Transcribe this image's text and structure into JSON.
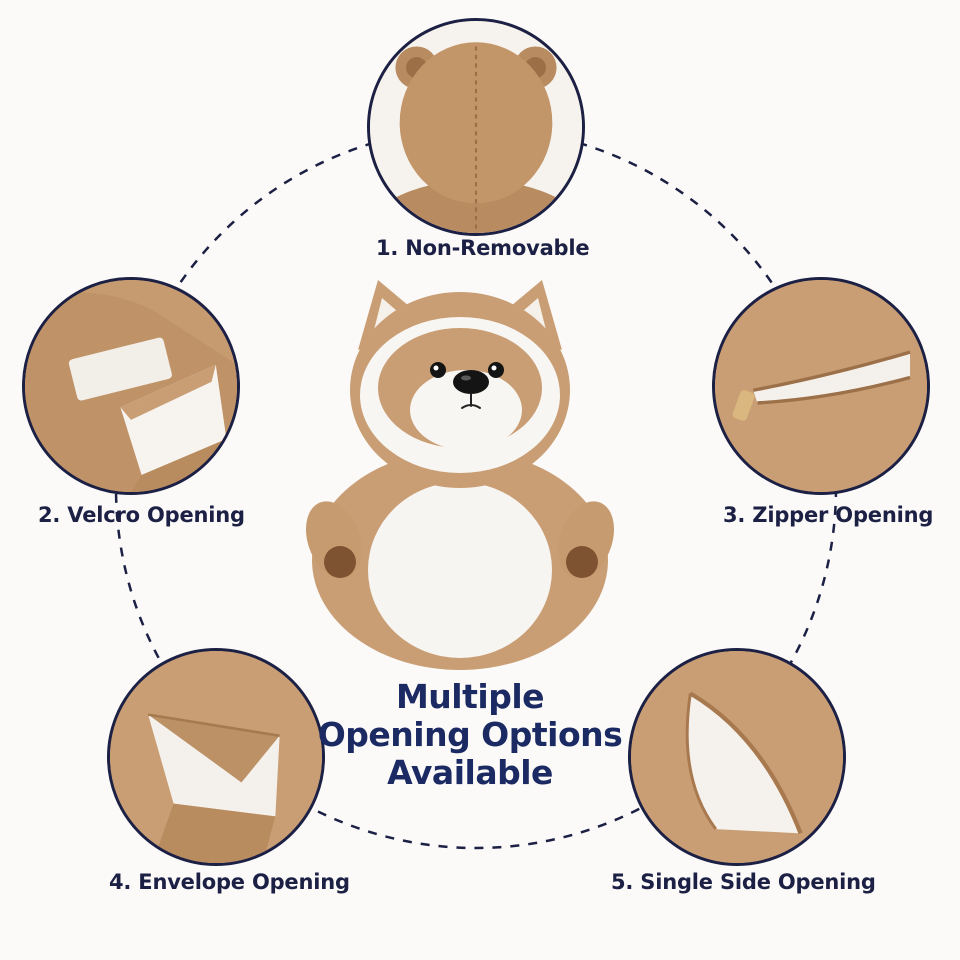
{
  "headline": {
    "line1": "Multiple",
    "line2": "Opening Options",
    "line3": "Available"
  },
  "options": [
    {
      "label": "1. Non-Removable",
      "icon": "bear-back-photo"
    },
    {
      "label": "2. Velcro Opening",
      "icon": "velcro-closure-photo"
    },
    {
      "label": "3. Zipper Opening",
      "icon": "zipper-closure-photo"
    },
    {
      "label": "4. Envelope Opening",
      "icon": "envelope-closure-photo"
    },
    {
      "label": "5. Single Side Opening",
      "icon": "side-opening-photo"
    }
  ],
  "colors": {
    "ring": "#1b2044",
    "headline": "#1b2a63",
    "fur": "#c99e74",
    "fur_dark": "#a9794f",
    "belly": "#f7f5f1"
  }
}
